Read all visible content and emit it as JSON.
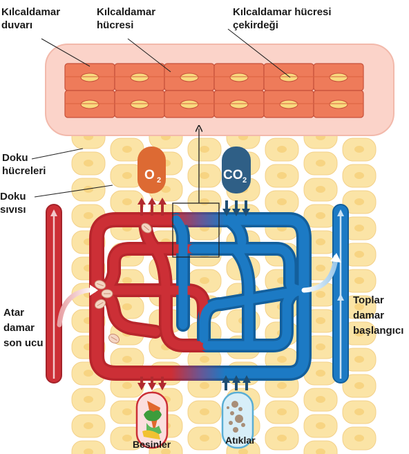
{
  "labels": {
    "capillary_wall": [
      "Kılcaldamar",
      "duvarı"
    ],
    "capillary_cell": [
      "Kılcaldamar",
      "hücresi"
    ],
    "capillary_nucleus": [
      "Kılcaldamar hücresi",
      "çekirdeği"
    ],
    "tissue_cells": [
      "Doku",
      "hücreleri"
    ],
    "tissue_fluid": [
      "Doku",
      "sıvısı"
    ],
    "artery_end": [
      "Atar",
      "damar",
      "son ucu"
    ],
    "vein_start": [
      "Toplar",
      "damar",
      "başlangıcı"
    ],
    "nutrients": "Besinler",
    "wastes": "Atıklar",
    "oxygen": "O",
    "oxygen_sub": "2",
    "carbon_dioxide": "CO",
    "carbon_dioxide_sub": "2"
  },
  "colors": {
    "artery": "#cc2f36",
    "vein": "#1c7ac4",
    "oxygen": "#dd6a33",
    "carbon_dioxide": "#2f5f86",
    "tissue_cell": "#fbe4a6",
    "capillary_cell": "#ee7b5a"
  }
}
